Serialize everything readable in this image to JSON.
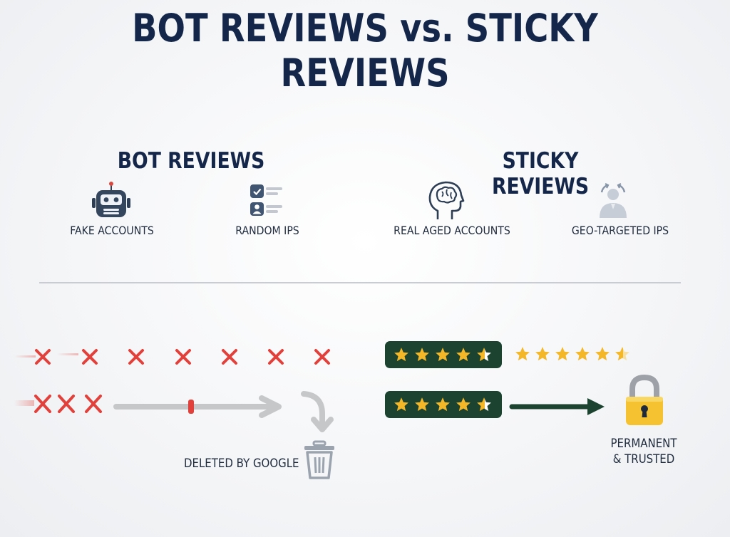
{
  "title": "BOT REVIEWS vs. STICKY REVIEWS",
  "bot": {
    "heading": "BOT REVIEWS",
    "features": [
      {
        "label": "FAKE ACCOUNTS",
        "icon": "robot-icon"
      },
      {
        "label": "RANDOM IPS",
        "icon": "ip-profile-list-icon"
      }
    ],
    "outcome_label": "DELETED BY GOOGLE"
  },
  "sticky": {
    "heading": "STICKY REVIEWS",
    "features": [
      {
        "label": "REAL AGED ACCOUNTS",
        "icon": "brain-head-icon"
      },
      {
        "label": "GEO-TARGETED IPS",
        "icon": "geo-person-icon"
      }
    ],
    "outcome_label_line1": "PERMANENT",
    "outcome_label_line2": "& TRUSTED"
  },
  "colors": {
    "navy": "#14274a",
    "red_x": "#e2403a",
    "dark_green": "#1b4330",
    "star": "#f4b728",
    "gray_arrow": "#c6c7c9",
    "lock_body": "#f5c232"
  }
}
